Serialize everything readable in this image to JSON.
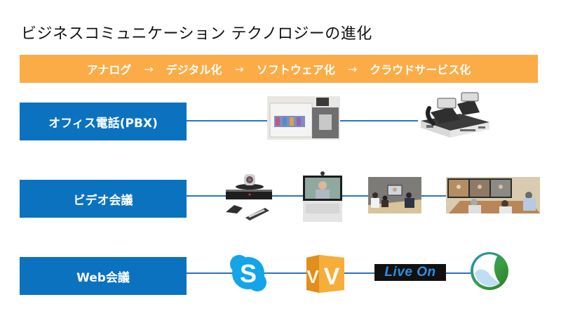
{
  "title": "ビジネスコミュニケーション テクノロジーの進化",
  "banner": {
    "stages": [
      "アナログ",
      "デジタル化",
      "ソフトウェア化",
      "クラウドサービス化"
    ],
    "arrow": "→",
    "color": "#FBAC47"
  },
  "rows": [
    {
      "label": "オフィス電話(PBX)",
      "items": [
        "pbx-wiring-cabinet-photo",
        "ip-pbx-with-desk-phones-photo"
      ]
    },
    {
      "label": "ビデオ会議",
      "items": [
        "video-conference-hardware-photo",
        "desktop-video-terminal-photo",
        "meeting-room-video-photo",
        "telepresence-room-photo"
      ]
    },
    {
      "label": "Web会議",
      "items": [
        "skype-logo",
        "vcube-logo",
        "liveon-logo",
        "webex-logo"
      ],
      "liveon_text": "Live On"
    }
  ],
  "colors": {
    "row_box": "#0B72C0",
    "connector": "#2A74C4"
  }
}
